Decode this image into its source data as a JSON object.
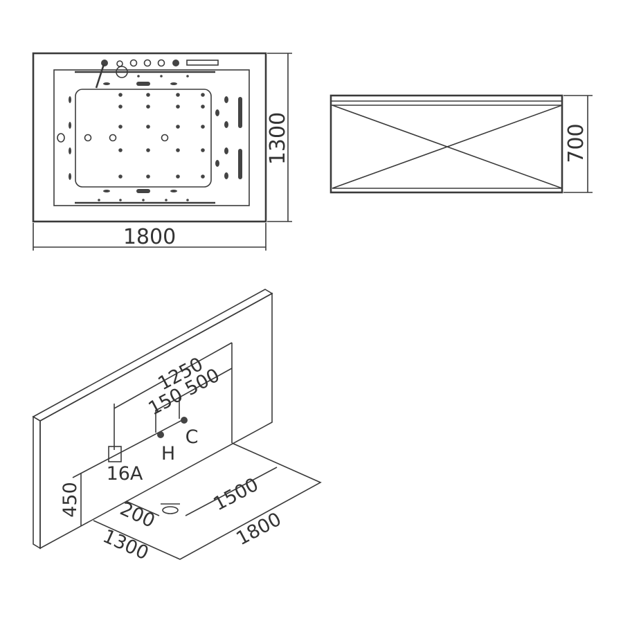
{
  "plan_view": {
    "width_label": "1800",
    "depth_label": "1300"
  },
  "side_view": {
    "height_label": "700"
  },
  "install_view": {
    "dim_1250": "1250",
    "dim_150_500": "150 500",
    "socket_label": "16A",
    "hot_label": "H",
    "cold_label": "C",
    "height_450": "450",
    "drain_offset_200": "200",
    "drain_offset_1500": "1500",
    "floor_length_1800": "1800",
    "floor_width_1300": "1300"
  }
}
